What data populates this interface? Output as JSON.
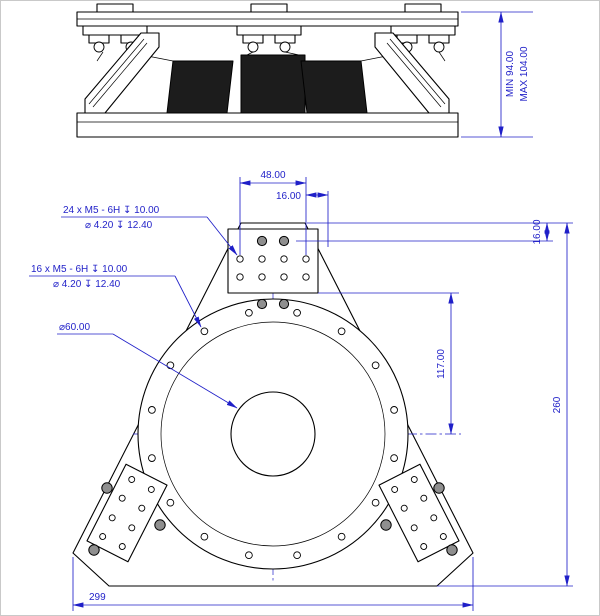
{
  "colors": {
    "line": "#000000",
    "dimension": "#1f1fc8",
    "dark_fill": "#1c1c1c",
    "hole_fill": "#8f8f8f",
    "background": "#ffffff"
  },
  "side_view": {
    "dim_min": "MIN 94.00",
    "dim_max": "MAX 104.00"
  },
  "plan_view": {
    "dim_48": "48.00",
    "dim_16_top": "16.00",
    "dim_16_right": "16.00",
    "dim_117": "117.00",
    "dim_260": "260",
    "dim_299": "299",
    "callout_center": "⌀60.00",
    "callout_24": {
      "line1": "24 x M5 - 6H ↧ 10.00",
      "line2": "⌀ 4.20 ↧ 12.40"
    },
    "callout_16": {
      "line1": "16 x M5 - 6H ↧ 10.00",
      "line2": "⌀ 4.20 ↧ 12.40"
    }
  }
}
